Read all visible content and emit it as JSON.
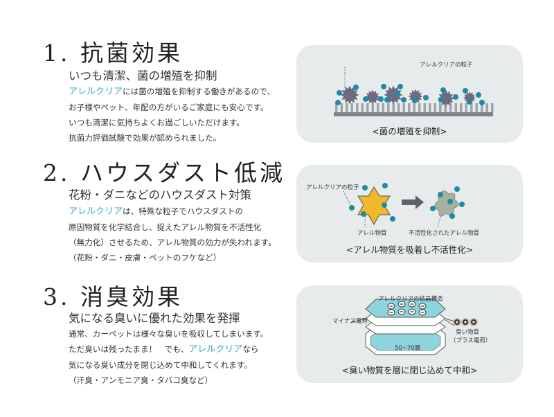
{
  "sections": [
    {
      "heading": "1. 抗菌効果",
      "subtitle": "いつも清潔、菌の増殖を抑制",
      "lines": [
        [
          "アレルクリア",
          "には菌の増殖を抑制する働きがあるので、"
        ],
        [
          "",
          "お子様やペット、年配の方がいるご家庭にも安心です。"
        ],
        [
          "",
          "いつも清潔に気持ちよくお過ごしいただけます。"
        ],
        [
          "",
          "抗菌力評価試験で効果が認められました。"
        ]
      ]
    },
    {
      "heading": "2. ハウスダスト低減",
      "subtitle": "花粉・ダニなどのハウスダスト対策",
      "lines": [
        [
          "アレルクリア",
          "は、特殊な粒子でハウスダストの"
        ],
        [
          "",
          "原因物質を化学結合し、捉えたアレル物質を不活性化"
        ],
        [
          "",
          "（無力化）させるため、アレル物質の効力が失われます。"
        ],
        [
          "",
          "（花粉・ダニ・皮膚・ペットのフケなど）"
        ]
      ]
    },
    {
      "heading": "3. 消臭効果",
      "subtitle": "気になる臭いに優れた効果を発揮",
      "lines": [
        [
          "",
          "通常、カーペットは様々な臭いを吸収してしまいます。"
        ],
        [
          "",
          "ただ臭いは残ったまま！　でも、",
          "アレルクリア",
          "なら"
        ],
        [
          "",
          "気になる臭い成分を閉じ込めて中和してくれます。"
        ],
        [
          "",
          "（汗臭・アンモニア臭・タバコ臭など）"
        ]
      ]
    }
  ],
  "panels": [
    {
      "caption": "<菌の増殖を抑制>",
      "label_particle": "アレルクリアの粒子"
    },
    {
      "caption": "<アレル物質を吸着し不活性化>",
      "label_particle": "アレルクリアの粒子",
      "label_allergen": "アレル物質",
      "label_inactive": "不活性化されたアレル物質"
    },
    {
      "caption": "<臭い物質を層に閉じ込めて中和>",
      "label_title": "アレルクリアの結晶構造",
      "label_minus": "マイナス電荷",
      "label_odor": "臭い物質",
      "label_plus": "（プラス電荷）",
      "label_layers": "50~70層"
    }
  ],
  "colors": {
    "accent": "#3aa8c8",
    "panel_bg": "#e7ebec",
    "particle": "#1e8ba3"
  }
}
